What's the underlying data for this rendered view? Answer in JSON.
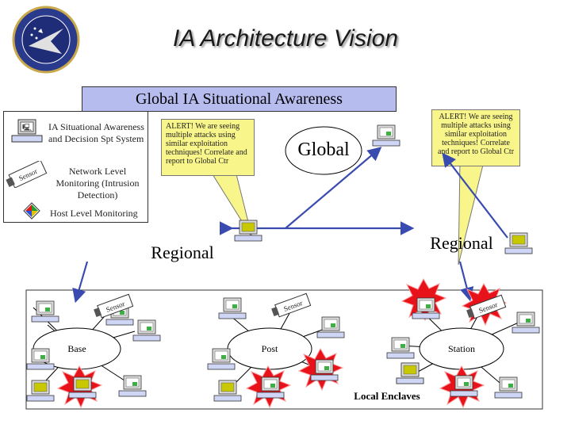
{
  "title": "IA Architecture Vision",
  "banner": "Global IA Situational Awareness",
  "legend": {
    "item1": "IA Situational Awareness and Decision Spt System",
    "item2": "Network Level Monitoring (Intrusion Detection)",
    "item3": "Host Level Monitoring"
  },
  "callouts": {
    "left": "ALERT! We are seeing multiple attacks using similar exploitation techniques! Correlate and report to Global Ctr",
    "right": "ALERT! We are seeing multiple attacks using similar exploitation techniques! Correlate and report to Global Ctr"
  },
  "nodes": {
    "global": "Global",
    "regional_left": "Regional",
    "regional_right": "Regional",
    "base": "Base",
    "post": "Post",
    "station": "Station",
    "local_enclaves": "Local Enclaves"
  },
  "sensor_label": "Sensor",
  "colors": {
    "banner": "#b7bcef",
    "callout": "#f8f58a",
    "arrow": "#3a4bb0",
    "burst": "#e8121a",
    "screen_alert": "#c8c800",
    "screen_normal": "#ffffff"
  }
}
